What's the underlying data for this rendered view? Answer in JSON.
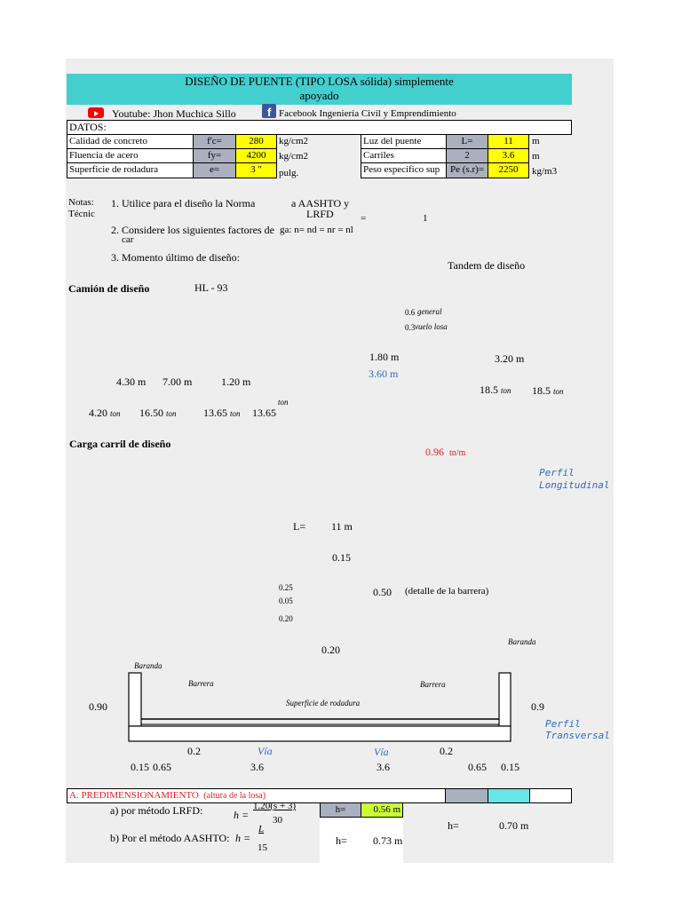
{
  "title_line1": "DISEÑO DE PUENTE (TIPO LOSA sólida) simplemente",
  "title_line2": "apoyado",
  "social": {
    "youtube_label": "Youtube: Jhon Muchica Sillo",
    "facebook_label": "Facebook Ingeniería Civil y Emprendimiento",
    "colors": {
      "youtube": "#ff0000",
      "facebook": "#3b5998"
    }
  },
  "datos": {
    "header": "DATOS:",
    "left": [
      {
        "label": "Calidad de concreto",
        "symbol": "f'c=",
        "value": "280",
        "unit": "kg/cm2"
      },
      {
        "label": "Fluencia de acero",
        "symbol": "fy=",
        "value": "4200",
        "unit": "kg/cm2"
      },
      {
        "label": "Superficie de rodadura",
        "symbol": "e=",
        "value": "3 \"",
        "unit": "pulg."
      }
    ],
    "right": [
      {
        "label": "Luz del puente",
        "symbol": "L=",
        "value": "11",
        "unit": "m"
      },
      {
        "label": "Carriles",
        "symbol": "2",
        "value": "3.6",
        "unit": "m"
      },
      {
        "label": "Peso especifico sup",
        "symbol": "Pe (s.r)=",
        "value": "2250",
        "unit": "kg/m3"
      }
    ]
  },
  "notas": {
    "label": "Notas:",
    "label2": "Técnic",
    "n1": "1. Utilice para el diseño la Norma",
    "n1b": "a AASHTO y",
    "n1c": "LRFD",
    "eq": "=",
    "one": "1",
    "n2": "2. Considere los siguientes factores de",
    "n2b": "car",
    "n2c": "ga: n= nd = nr = nl",
    "n3": "3. Momento último de diseño:"
  },
  "tandem": {
    "title": "Tandem de diseño",
    "general": "0.6",
    "general_label": "general",
    "vuelo": "0.3",
    "vuelo_label": "vuelo losa",
    "d1": "1.80 m",
    "d2": "3.20 m",
    "d3": "3.60 m",
    "load1": "18.5",
    "load2": "18.5",
    "unit": "ton"
  },
  "camion": {
    "label": "Camión de diseño",
    "type": "HL - 93",
    "dist1": "4.30 m",
    "dist2": "7.00 m",
    "dist3": "1.20 m",
    "l1": "4.20",
    "l2": "16.50",
    "l3": "13.65",
    "l4": "13.65",
    "unit": "ton"
  },
  "carril": {
    "label": "Carga carril de diseño",
    "value": "0.96",
    "unit": "tn/m"
  },
  "longitudinal": {
    "label1": "Perfil",
    "label2": "Longitudinal",
    "L_label": "L=",
    "L_value": "11 m"
  },
  "barrera": {
    "v015": "0.15",
    "v025": "0.25",
    "v005": "0.05",
    "v020a": "0.20",
    "v050": "0.50",
    "detalle": "(detalle de la barrera)",
    "v020b": "0.20"
  },
  "transversal": {
    "baranda_left": "Baranda",
    "baranda_right": "Baranda",
    "barrera_left": "Barrera",
    "barrera_right": "Barrera",
    "superficie": "Superficie de rodadura",
    "h_left": "0.90",
    "h_right": "0.9",
    "perfil1": "Perfil",
    "perfil2": "Transversal",
    "d02a": "0.2",
    "via1": "Vía",
    "via2": "Vía",
    "d02b": "0.2",
    "b015a": "0.15",
    "b065a": "0.65",
    "b36a": "3.6",
    "b36b": "3.6",
    "b065b": "0.65",
    "b015b": "0.15"
  },
  "predim": {
    "header": "A. PREDIMENSIONAMIENTO",
    "header_sub": "(altura de la losa)",
    "a_label": "a) por método LRFD:",
    "a_formula_h": "h =",
    "a_num": "1.20(s + 3)",
    "a_den": "30",
    "a_hlabel": "h=",
    "a_value": "0.56 m",
    "b_label": "b) Por el método AASHTO:",
    "b_formula_h": "h =",
    "b_num": "L",
    "b_den": "15",
    "b_hlabel": "h=",
    "b_value": "0.73 m",
    "c_hlabel": "h=",
    "c_value": "0.70 m"
  }
}
